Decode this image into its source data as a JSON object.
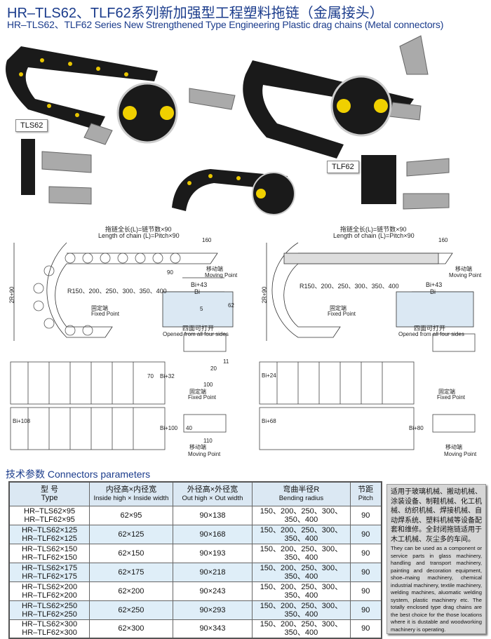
{
  "header": {
    "title": "HR–TLS62、TLF62系列新加强型工程塑料拖链（金属接头）",
    "subtitle": "HR–TLS62、TLF62 Series New Strengthened Type Engineering Plastic  drag chains (Metal connectors)"
  },
  "photos": {
    "label_left": "TLS62",
    "label_right": "TLF62"
  },
  "diagrams": {
    "length_cn": "拖链全长(L)=链节数×90",
    "length_en": "Length of chain (L)=Pitch×90",
    "dim_160": "160",
    "dim_90": "90",
    "dim_2r90": "2R+90",
    "moving_cn": "移动端",
    "moving_en": "Moving Point",
    "fixed_cn": "固定端",
    "fixed_en": "Fixed Point",
    "radius": "R150、200、250、300、350、400",
    "bi43": "Bi+43",
    "bi": "Bi",
    "dim_5": "5",
    "dim_62": "62",
    "open_cn": "四面可打开",
    "open_en": "Opened from all four sides",
    "dim_70": "70",
    "dim_40": "40",
    "dim_100": "100",
    "dim_11": "11",
    "dim_20": "20",
    "dim_110": "110",
    "bi32": "Bi+32",
    "bi24": "Bi+24",
    "bi108": "Bi+108",
    "bi68": "Bi+68",
    "bi100": "Bi+100",
    "bi80": "Bi+80"
  },
  "params": {
    "section_title": "技术参数 Connectors parameters",
    "headers": [
      {
        "cn": "型 号",
        "en": "Type"
      },
      {
        "cn": "内径高×内径宽",
        "en": "Inside high × Inside width"
      },
      {
        "cn": "外径高×外径宽",
        "en": "Out high × Out width"
      },
      {
        "cn": "弯曲半径R",
        "en": "Bending radius"
      },
      {
        "cn": "节距",
        "en": "Pitch"
      }
    ],
    "rows": [
      {
        "t1": "HR–TLS62×95",
        "t2": "HR–TLF62×95",
        "inside": "62×95",
        "out": "90×138",
        "radius": "150、200、250、300、350、400",
        "pitch": "90"
      },
      {
        "t1": "HR–TLS62×125",
        "t2": "HR–TLF62×125",
        "inside": "62×125",
        "out": "90×168",
        "radius": "150、200、250、300、350、400",
        "pitch": "90"
      },
      {
        "t1": "HR–TLS62×150",
        "t2": "HR–TLF62×150",
        "inside": "62×150",
        "out": "90×193",
        "radius": "150、200、250、300、350、400",
        "pitch": "90"
      },
      {
        "t1": "HR–TLS62×175",
        "t2": "HR–TLF62×175",
        "inside": "62×175",
        "out": "90×218",
        "radius": "150、200、250、300、350、400",
        "pitch": "90"
      },
      {
        "t1": "HR–TLS62×200",
        "t2": "HR–TLF62×200",
        "inside": "62×200",
        "out": "90×243",
        "radius": "150、200、250、300、350、400",
        "pitch": "90"
      },
      {
        "t1": "HR–TLS62×250",
        "t2": "HR–TLF62×250",
        "inside": "62×250",
        "out": "90×293",
        "radius": "150、200、250、300、350、400",
        "pitch": "90"
      },
      {
        "t1": "HR–TLS62×300",
        "t2": "HR–TLF62×300",
        "inside": "62×300",
        "out": "90×343",
        "radius": "150、200、250、300、350、400",
        "pitch": "90"
      }
    ]
  },
  "side_note": {
    "cn": "适用于玻璃机械、搬动机械、涂装设备、制鞋机械、化工机械、纺织机械、焊接机械、自动焊系统、塑料机械等设备配套和维修。全封闭拖链适用于木工机械、灰尘多的车间。",
    "en": "They can be used as a component or service parts in glass machinery, handling and transport machinery, painting and decoration equipment, shoe–maing machinery, chemical industrial machinery, textile machinery, welding machines, aluomatic welding system, plastic machinery etc. The totally enclosed type drag chains are the best choice for the those locations where it is dustable and woodworking machinery is operating."
  }
}
